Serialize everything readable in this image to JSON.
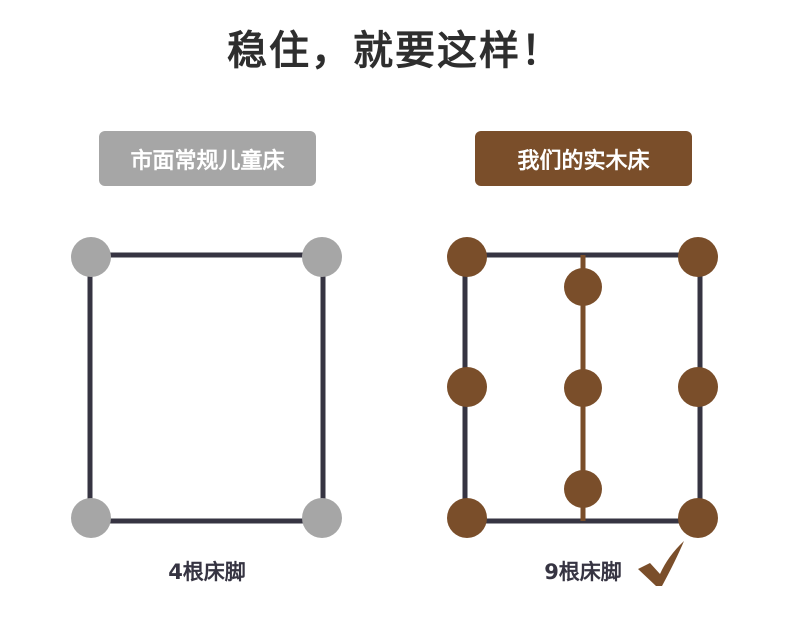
{
  "title": "稳住，就要这样！",
  "left": {
    "label": "市面常规儿童床",
    "caption": "4根床脚",
    "color": "#a6a6a6"
  },
  "right": {
    "label": "我们的实木床",
    "caption": "9根床脚",
    "color": "#7a4e2a"
  },
  "frame_color": "#363442"
}
